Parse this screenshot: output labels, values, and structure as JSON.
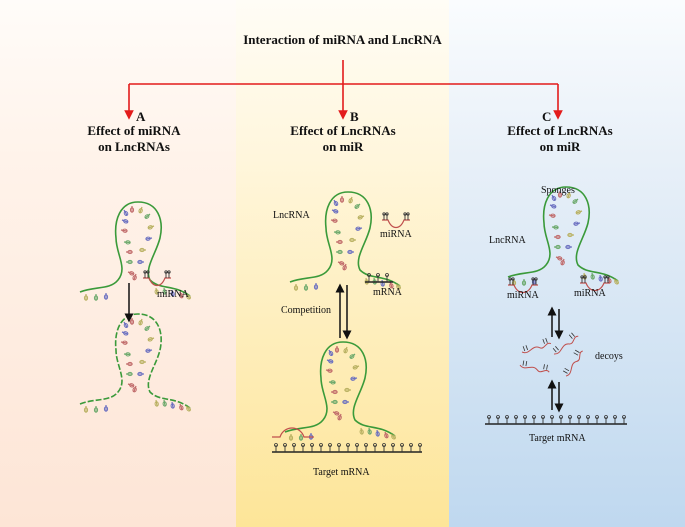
{
  "title": "Interaction of miRNA and LncRNA",
  "colors": {
    "connector": "#e31b1b",
    "lncrna_strand": "#3a9a3a",
    "mirna_strand": "#c0504d",
    "panel_a_bg": "#fde5d6",
    "panel_b_bg": "#fde598",
    "panel_c_bg": "#bfd8ef"
  },
  "panels": [
    {
      "letter": "A",
      "heading_line1": "Effect of miRNA",
      "heading_line2": "on LncRNAs",
      "labels": {
        "mirna": "miRNA"
      }
    },
    {
      "letter": "B",
      "heading_line1": "Effect of LncRNAs",
      "heading_line2": "on miR",
      "labels": {
        "lncrna": "LncRNA",
        "mirna": "miRNA",
        "mrna": "mRNA",
        "competition": "Competition",
        "target_mrna": "Target mRNA"
      }
    },
    {
      "letter": "C",
      "heading_line1": "Effect of LncRNAs",
      "heading_line2": "on miR",
      "labels": {
        "sponges": "Sponges",
        "lncrna": "LncRNA",
        "mirna_left": "miRNA",
        "mirna_right": "miRNA",
        "decoys": "decoys",
        "target_mrna": "Target mRNA"
      }
    }
  ]
}
